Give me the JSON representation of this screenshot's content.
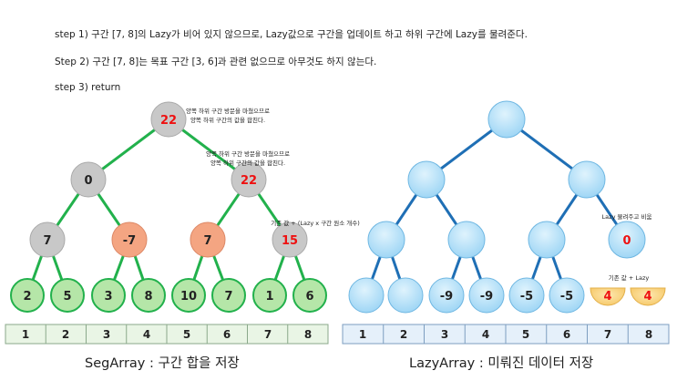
{
  "steps": [
    "step 1) 구간 [7, 8]의 Lazy가 비어 있지 않으므로, Lazy값으로 구간을 업데이트 하고 하위 구간에 Lazy를 물려준다.",
    "Step 2) 구간 [7, 8]는 목표 구간 [3, 6]과 관련 없으므로 아무것도 하지 않는다.",
    "step 3) return"
  ],
  "seg_tree": {
    "root": "22",
    "l1": [
      "0",
      "22"
    ],
    "l2": [
      "7",
      "-7",
      "7",
      "15"
    ],
    "leaves": [
      "2",
      "5",
      "3",
      "8",
      "10",
      "7",
      "1",
      "6"
    ]
  },
  "lazy_tree": {
    "root": "",
    "l1": [
      "",
      ""
    ],
    "l2": [
      "",
      "",
      "",
      "0"
    ],
    "leaves": [
      "",
      "",
      "-9",
      "-9",
      "-5",
      "-5",
      "4",
      "4"
    ]
  },
  "notes": {
    "root_line1": "양쪽 하위 구간 방문을 마쳤으므로",
    "root_line2": "양쪽 하위 구간의 값을 합친다.",
    "right_line1": "양쪽 하위 구간 방문을 마쳤으므로",
    "right_line2": "양쪽 하위 구간의 값을 합친다.",
    "formula": "기존 값 + (Lazy x 구간 원소 개수)",
    "lazy_pass": "Lazy 물려주고 비움",
    "leaf_add": "기존 값 + Lazy"
  },
  "seg_array": [
    "1",
    "2",
    "3",
    "4",
    "5",
    "6",
    "7",
    "8"
  ],
  "lazy_array": [
    "1",
    "2",
    "3",
    "4",
    "5",
    "6",
    "7",
    "8"
  ],
  "captions": {
    "seg": "SegArray : 구간 합을 저장",
    "lazy": "LazyArray : 미뤄진 데이터 저장"
  },
  "colors": {
    "seg_edge": "#22b14c",
    "lazy_edge": "#1f6fb5",
    "gray_node": "#c8c8c8",
    "orange_node": "#f4a582",
    "green_leaf": "#b5e6a8",
    "blue_node": "#a9dcf7",
    "yellow_node": "#f8d27a",
    "red_value": "#ee1111",
    "seg_array_fill": "#e9f5e5",
    "lazy_array_fill": "#e5f0fa"
  }
}
